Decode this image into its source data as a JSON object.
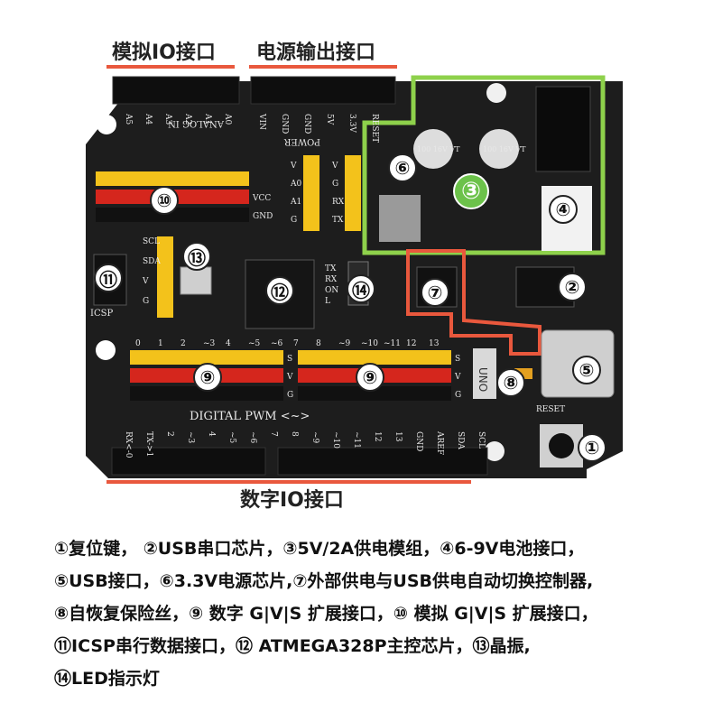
{
  "top_labels": {
    "analog_io": "模拟IO接口",
    "power_out": "电源输出接口"
  },
  "bottom_label": "数字IO接口",
  "silkscreen": {
    "analog_in": "ANALOG IN",
    "power": "POWER",
    "digital_pwm": "DIGITAL PWM <~>",
    "uno": "UNO",
    "reset": "RESET",
    "icsp": "ICSP",
    "vcc": "VCC",
    "gnd": "GND",
    "analog_pins": [
      "A5",
      "A4",
      "A3",
      "A2",
      "A1",
      "A0"
    ],
    "power_pins": [
      "VIN",
      "GND",
      "GND",
      "5V",
      "3.3V",
      "RESET"
    ],
    "cap_text": "100 16V VT",
    "row_labels": [
      "S",
      "V",
      "G"
    ],
    "uart_pins": [
      "V",
      "A0",
      "A1",
      "G"
    ],
    "uart_pins2": [
      "V",
      "G",
      "RX",
      "TX"
    ],
    "i2c_pins": [
      "SCL",
      "SDA",
      "V",
      "G"
    ],
    "led_labels": [
      "TX",
      "RX",
      "ON",
      "L"
    ],
    "digital_top": [
      "0",
      "1",
      "2",
      "~3",
      "4",
      "~5",
      "~6",
      "7",
      "8",
      "~9",
      "~10",
      "~11",
      "12",
      "13"
    ],
    "digital_bottom": [
      "RX<-0",
      "TX->1",
      "2",
      "~3",
      "4",
      "~5",
      "~6",
      "7",
      "8",
      "~9",
      "~10",
      "~11",
      "12",
      "13",
      "GND",
      "AREF",
      "SDA",
      "SCL"
    ],
    "aref_labels": [
      "SCL",
      "SDA",
      "AREF",
      "GND"
    ],
    "gnd_side": "G"
  },
  "callouts": [
    "①",
    "②",
    "③",
    "④",
    "⑤",
    "⑥",
    "⑦",
    "⑧",
    "⑨",
    "⑨",
    "⑩",
    "⑪",
    "⑫",
    "⑬",
    "⑭"
  ],
  "legend_lines": [
    "①复位键， ②USB串口芯片，③5V/2A供电模组，④6-9V电池接口，",
    "⑤USB接口，⑥3.3V电源芯片,⑦外部供电与USB供电自动切换控制器,",
    "⑧自恢复保险丝，⑨ 数字 G|V|S 扩展接口，⑩ 模拟 G|V|S 扩展接口，",
    "⑪ICSP串行数据接口，⑫ ATMEGA328P主控芯片，⑬晶振,",
    "⑭LED指示灯"
  ],
  "colors": {
    "board": "#1d1d1d",
    "header_yellow": "#f3c21b",
    "header_red": "#d5261d",
    "header_black": "#111111",
    "highlight_green": "#8ed14b",
    "highlight_red": "#e9583d",
    "label_underline": "#e9583d"
  }
}
